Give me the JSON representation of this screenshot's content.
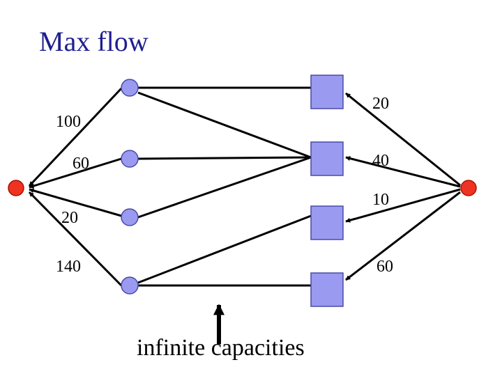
{
  "title": "Max flow",
  "colors": {
    "terminal_node": "#ee3322",
    "left_node": "#9a9af0",
    "right_node": "#9a9af0",
    "node_stroke": "#4a4aa8",
    "edge": "#000000",
    "title": "#1f1f8f"
  },
  "source_edge_labels": [
    "100",
    "60",
    "20",
    "140"
  ],
  "sink_edge_labels": [
    "20",
    "40",
    "10",
    "60"
  ],
  "annotation": "infinite capacities"
}
